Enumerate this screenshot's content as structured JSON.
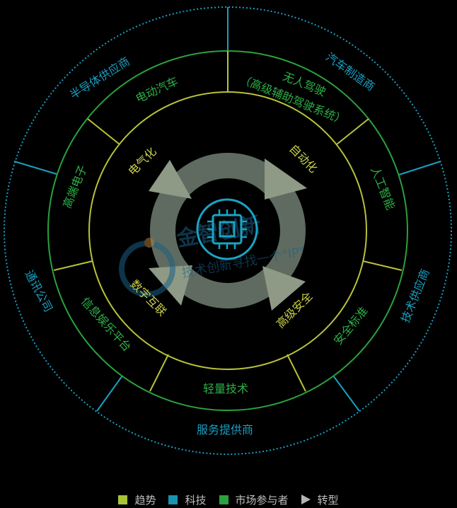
{
  "center": {
    "icon": "chip-icon"
  },
  "trends": [
    "电气化",
    "自动化",
    "数字互联",
    "高级安全"
  ],
  "technology": [
    "电动汽车",
    "无人驾驶",
    "（高级辅助驾驶系统）",
    "人工智能",
    "安全标准",
    "轻量技术",
    "信息娱乐平台",
    "高端电子"
  ],
  "market": [
    "半导体供应商",
    "汽车制造商",
    "技术供应商",
    "服务提供商",
    "通讯公司"
  ],
  "watermark": {
    "line1": "金智创新",
    "line2": "技术创新寻找一个\"IP\""
  },
  "legend": [
    {
      "label": "趋势",
      "color": "#a8c236",
      "kind": "square"
    },
    {
      "label": "科技",
      "color": "#1a93b0",
      "kind": "square"
    },
    {
      "label": "市场参与者",
      "color": "#2aa13c",
      "kind": "square"
    },
    {
      "label": "转型",
      "color": "#b5b5b5",
      "kind": "triangle"
    }
  ],
  "colors": {
    "trend": "#c9cf4a",
    "technology": "#2db047",
    "market": "#1a9ec0",
    "arrow": "#8e9a86",
    "ring": "#5f6b60",
    "chip": "#1aa3c2"
  }
}
